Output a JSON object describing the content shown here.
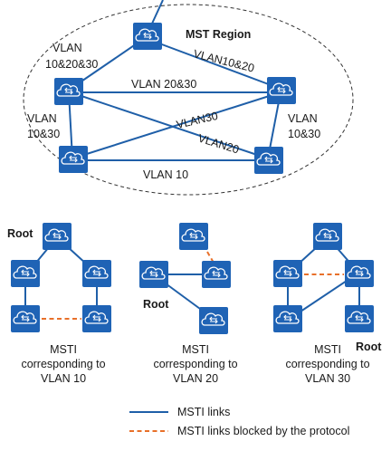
{
  "region": {
    "title": "MST Region",
    "labels": {
      "top_left": [
        "VLAN",
        "10&20&30"
      ],
      "top_right": "VLAN10&20",
      "middle": "VLAN 20&30",
      "left": [
        "VLAN",
        "10&30"
      ],
      "right": [
        "VLAN",
        "10&30"
      ],
      "cross_upper": "VLAN30",
      "cross_lower": "VLAN20",
      "bottom": "VLAN 10"
    }
  },
  "instances": [
    {
      "root_label": "Root",
      "caption": [
        "MSTI",
        "corresponding to",
        "VLAN 10"
      ]
    },
    {
      "root_label": "Root",
      "caption": [
        "MSTI",
        "corresponding to",
        "VLAN 20"
      ]
    },
    {
      "root_label": "Root",
      "caption": [
        "MSTI",
        "corresponding to",
        "VLAN 30"
      ]
    }
  ],
  "legend": {
    "links": "MSTI  links",
    "blocked": "MSTI  links blocked by the protocol"
  },
  "colors": {
    "switch_fill": "#1f63b5",
    "link": "#1f5fa8",
    "blocked": "#e8702a"
  }
}
